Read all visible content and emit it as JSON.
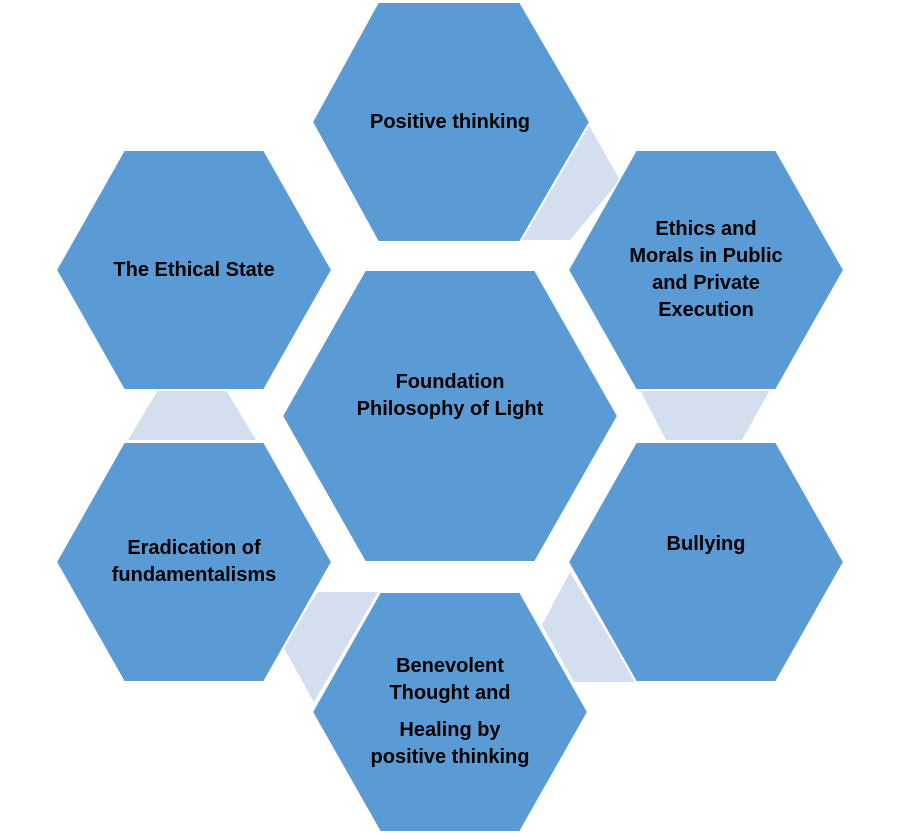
{
  "colors": {
    "hexagon_fill": "#5B9BD5",
    "hexagon_stroke": "#ffffff",
    "connector_fill": "#D3DEEE",
    "text": "#000000",
    "background": "#ffffff"
  },
  "center": {
    "lines": [
      "Foundation",
      "Philosophy of Light"
    ]
  },
  "hexagons": {
    "top": {
      "lines": [
        "Positive thinking"
      ]
    },
    "upper_right": {
      "lines": [
        "Ethics and",
        "Morals in Public",
        "and Private",
        "Execution"
      ]
    },
    "lower_right": {
      "lines": [
        "Bullying"
      ]
    },
    "bottom": {
      "lines": [
        "Benevolent",
        "Thought and",
        "Healing by",
        "positive thinking"
      ]
    },
    "lower_left": {
      "lines": [
        "Eradication of",
        "fundamentalisms"
      ]
    },
    "upper_left": {
      "lines": [
        "The Ethical State"
      ]
    }
  }
}
